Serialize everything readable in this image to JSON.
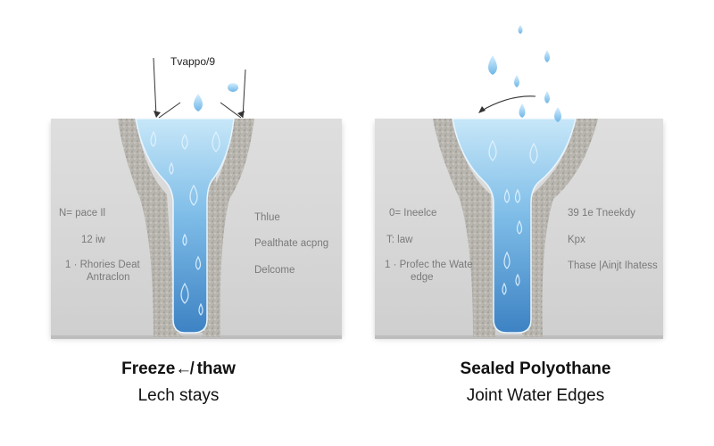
{
  "colors": {
    "concrete": "#d8d8d8",
    "gravel": "#b5b2ac",
    "water_top": "#bfe2f6",
    "water_bottom": "#3f86c6",
    "caption_text": "#111111",
    "label_text": "#7a7a7a"
  },
  "left_panel": {
    "top_note": "Tvappo/9",
    "labels_left": [
      "N= pace Il",
      "12 iw",
      "1 · Rhories Deat",
      "Antraclon"
    ],
    "labels_right": [
      "Thlue",
      "Pealthate acpng",
      "Delcome"
    ],
    "caption_line1": "Freeze↚ thaw",
    "caption_line2": "Lech stays",
    "icons": [
      "water-drop-icon",
      "arrow-icon"
    ]
  },
  "right_panel": {
    "labels_left": [
      "0= Ineelce",
      "T: law",
      "1 · Profec the Wate",
      "edge"
    ],
    "labels_right": [
      "39 1e Tneekdy",
      "Kpx",
      "Thase |Ainjt Ihatess"
    ],
    "caption_line1": "Sealed Polyothane",
    "caption_line2": "Joint Water Edges",
    "icons": [
      "water-drop-icon",
      "curved-arrow-icon"
    ]
  }
}
